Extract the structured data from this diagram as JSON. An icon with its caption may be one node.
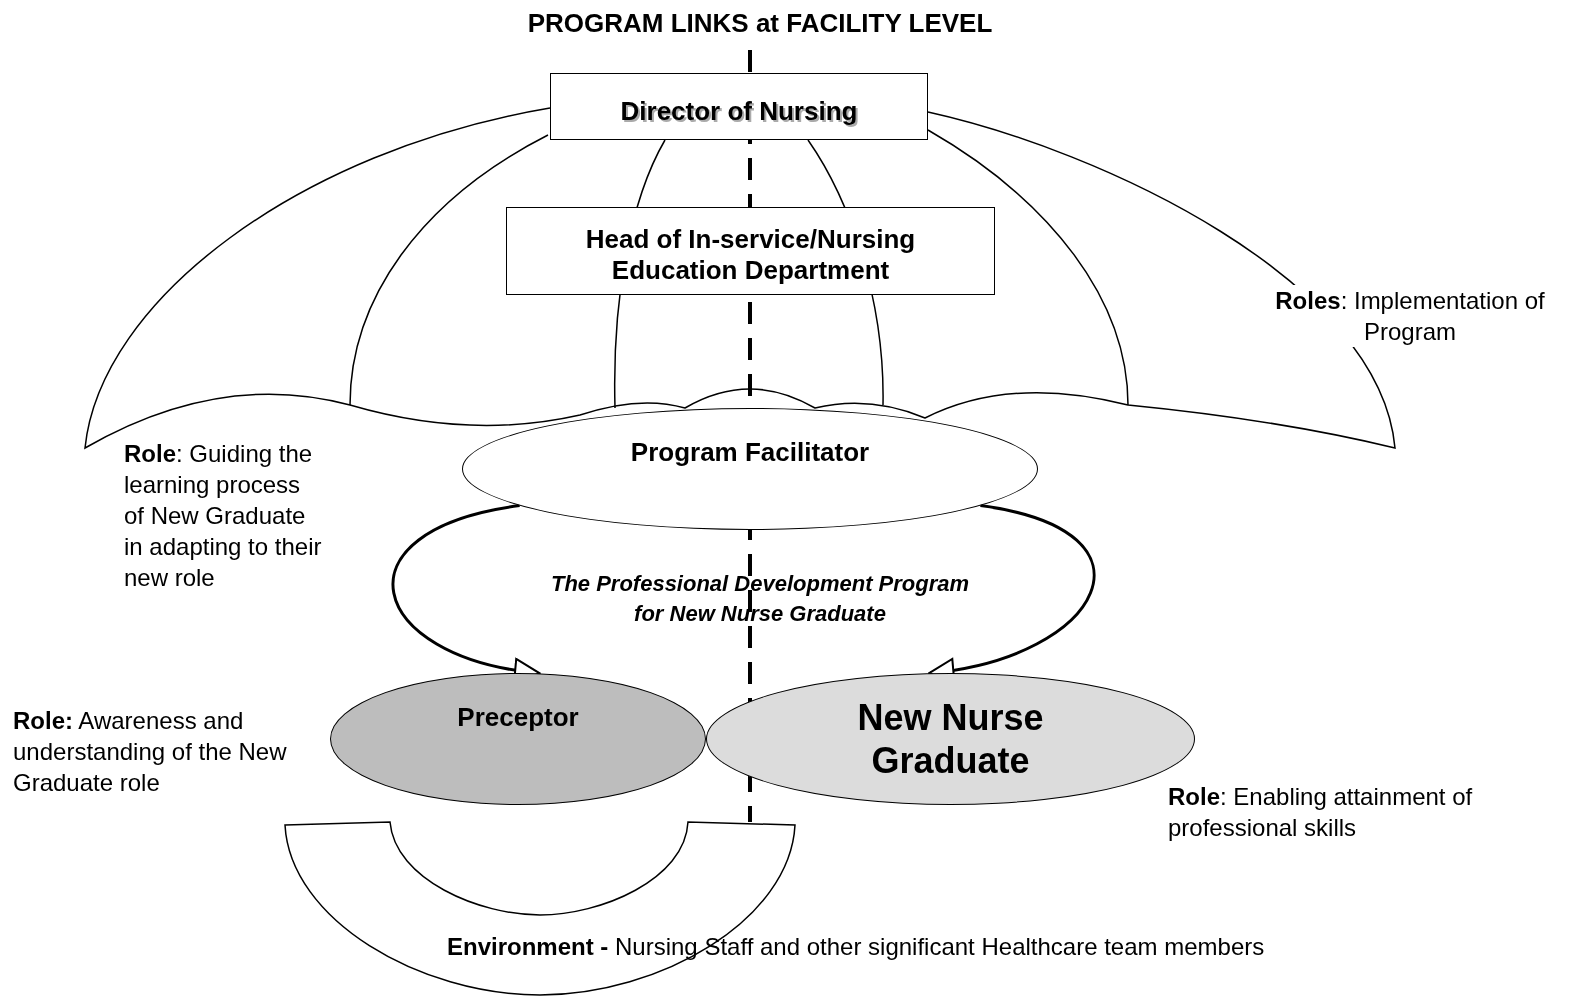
{
  "diagram": {
    "title": "PROGRAM LINKS at FACILITY LEVEL",
    "nodes": [
      {
        "text": [
          "Director of Nursing"
        ]
      },
      {
        "text": [
          "Head of In-service/Nursing Education Department"
        ]
      },
      {
        "text": [
          "Program Facilitator"
        ]
      },
      {
        "text": [
          "Preceptor"
        ]
      },
      {
        "text": [
          "New Nurse Graduate"
        ]
      }
    ],
    "edges": [
      {
        "from": 2,
        "to": 3,
        "arrow": "to"
      },
      {
        "from": 2,
        "to": 4,
        "arrow": "to"
      }
    ],
    "labels": [
      "**Roles**: Implementation of Program",
      "**Role**: Guiding the learning process of New Graduate in adapting to their new role",
      "The Professional Development Program for New Nurse Graduate",
      "**Role:** Awareness and understanding of the New Graduate role",
      "**Role**: Enabling attainment of professional skills",
      "**Environment -** Nursing Staff and other significant Healthcare team members"
    ]
  }
}
